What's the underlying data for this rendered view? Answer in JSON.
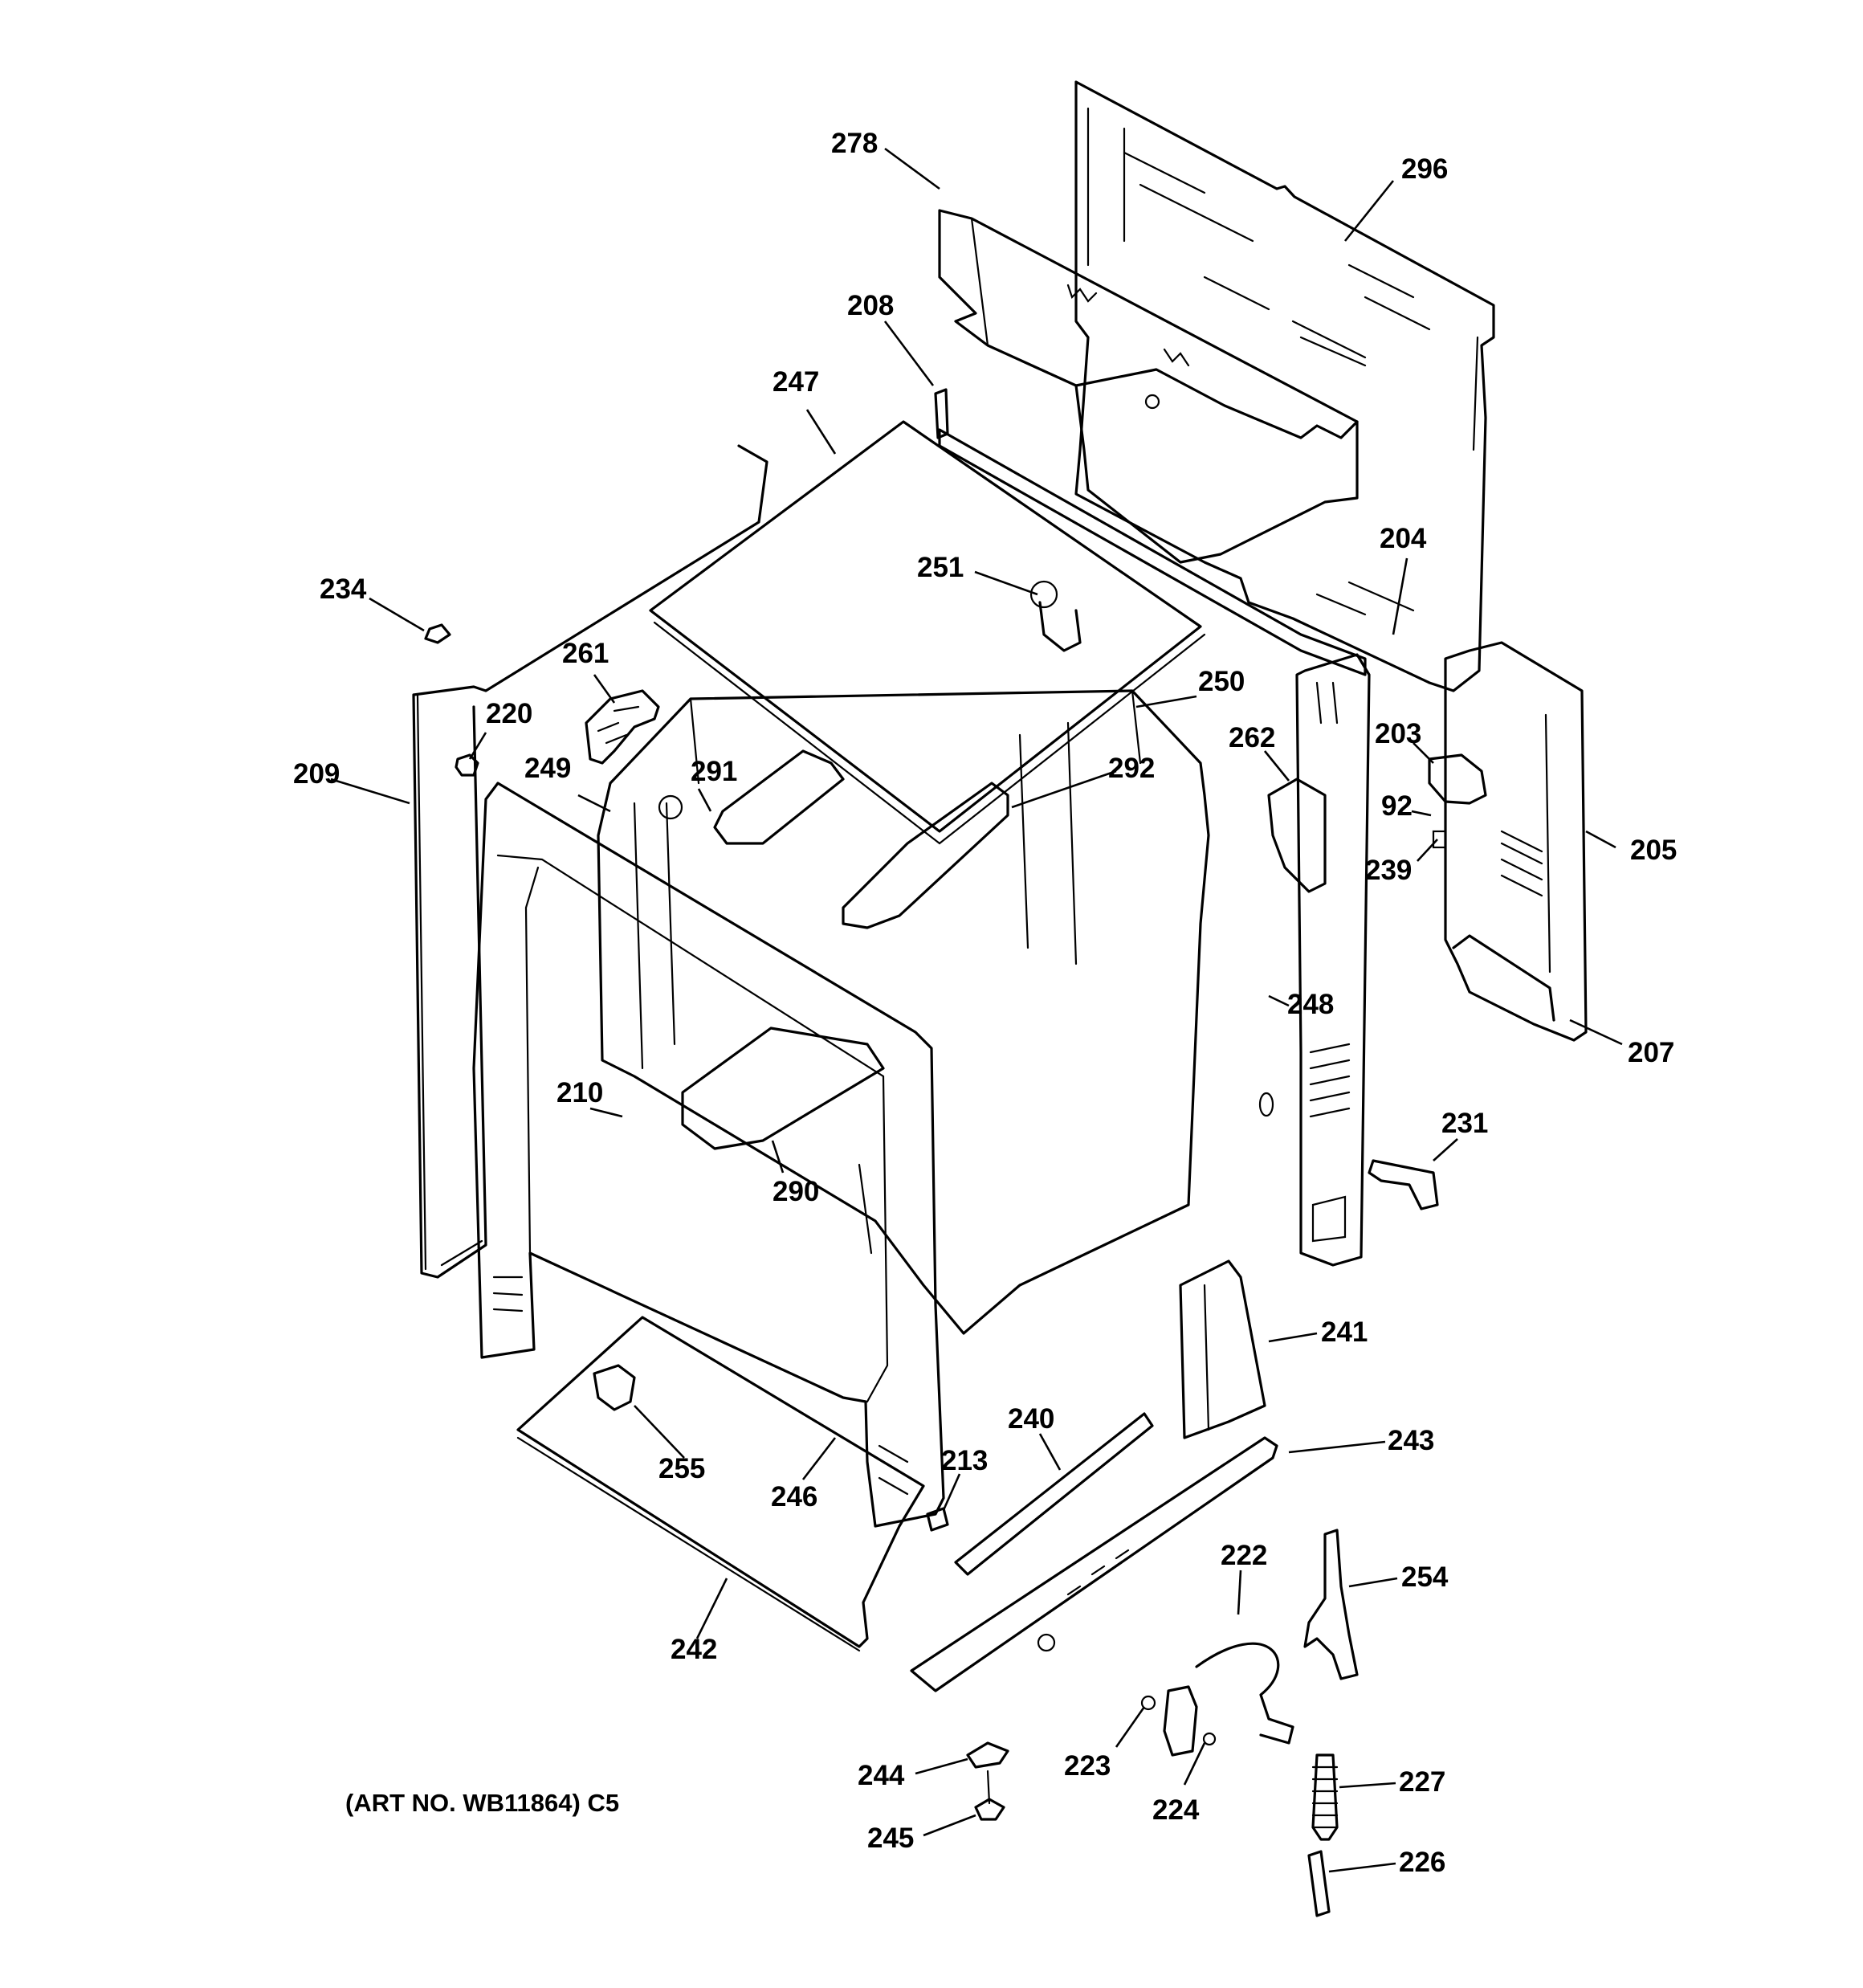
{
  "diagram": {
    "art_number": "(ART NO. WB11864) C5",
    "callouts": [
      {
        "label": "278"
      },
      {
        "label": "296"
      },
      {
        "label": "208"
      },
      {
        "label": "247"
      },
      {
        "label": "251"
      },
      {
        "label": "204"
      },
      {
        "label": "234"
      },
      {
        "label": "261"
      },
      {
        "label": "250"
      },
      {
        "label": "220"
      },
      {
        "label": "262"
      },
      {
        "label": "203"
      },
      {
        "label": "209"
      },
      {
        "label": "249"
      },
      {
        "label": "291"
      },
      {
        "label": "292"
      },
      {
        "label": "92"
      },
      {
        "label": "205"
      },
      {
        "label": "239"
      },
      {
        "label": "248"
      },
      {
        "label": "207"
      },
      {
        "label": "210"
      },
      {
        "label": "231"
      },
      {
        "label": "290"
      },
      {
        "label": "241"
      },
      {
        "label": "240"
      },
      {
        "label": "243"
      },
      {
        "label": "213"
      },
      {
        "label": "255"
      },
      {
        "label": "246"
      },
      {
        "label": "222"
      },
      {
        "label": "254"
      },
      {
        "label": "242"
      },
      {
        "label": "244"
      },
      {
        "label": "223"
      },
      {
        "label": "227"
      },
      {
        "label": "224"
      },
      {
        "label": "245"
      },
      {
        "label": "226"
      }
    ]
  }
}
